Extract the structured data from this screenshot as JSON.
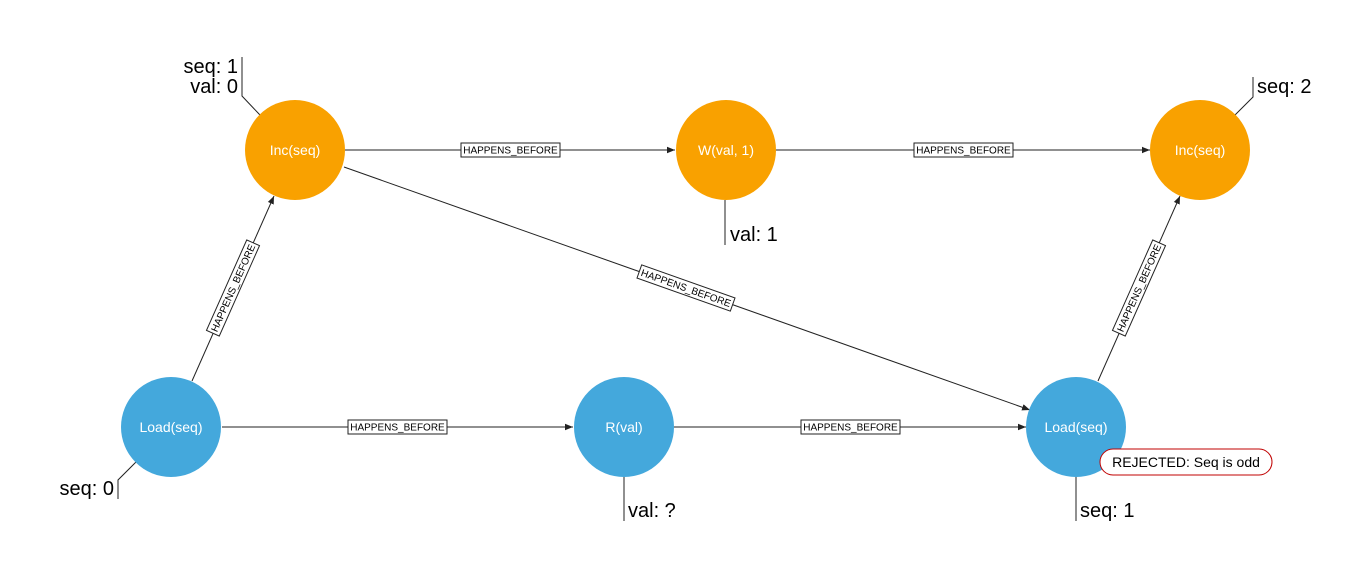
{
  "colors": {
    "orange_node": "#f9a100",
    "blue_node": "#44a8dc",
    "edge": "#222222",
    "badge_border": "#c00000"
  },
  "nodes": {
    "inc1": {
      "label": "Inc(seq)",
      "annotations": [
        "seq: 1",
        "val: 0"
      ]
    },
    "write": {
      "label": "W(val, 1)",
      "annotations": [
        "val: 1"
      ]
    },
    "inc2": {
      "label": "Inc(seq)",
      "annotations": [
        "seq: 2"
      ]
    },
    "load1": {
      "label": "Load(seq)",
      "annotations": [
        "seq: 0"
      ]
    },
    "read": {
      "label": "R(val)",
      "annotations": [
        "val: ?"
      ]
    },
    "load2": {
      "label": "Load(seq)",
      "annotations": [
        "seq: 1"
      ],
      "badge": "REJECTED: Seq is odd"
    }
  },
  "edge_label": "HAPPENS_BEFORE"
}
